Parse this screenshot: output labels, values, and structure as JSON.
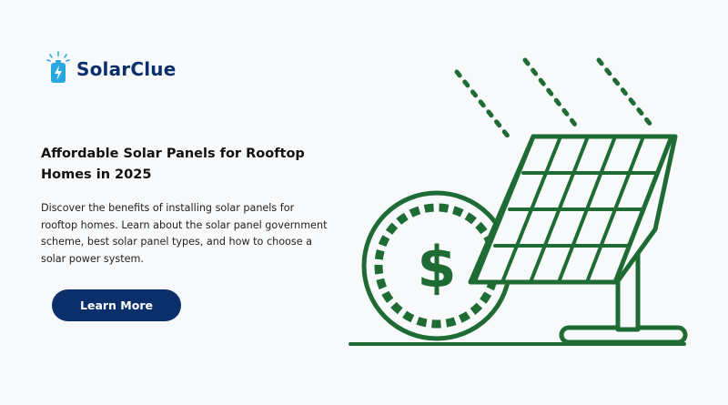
{
  "brand": {
    "name": "SolarClue",
    "icon": "solar-battery-icon"
  },
  "hero": {
    "title": "Affordable Solar Panels for Rooftop Homes in 2025",
    "description": "Discover the benefits of installing solar panels for rooftop homes. Learn about the solar panel government scheme, best solar panel types, and how to choose a solar power system.",
    "cta_label": "Learn More"
  },
  "illustration": {
    "icons": [
      "sunlight-rays-icon",
      "dollar-coin-icon",
      "solar-panel-icon"
    ],
    "coin_symbol": "$"
  },
  "colors": {
    "brand_navy": "#0b2f6b",
    "illustration_green": "#1f6b34",
    "logo_blue": "#2aa7e0",
    "background": "#f7f9fb"
  }
}
